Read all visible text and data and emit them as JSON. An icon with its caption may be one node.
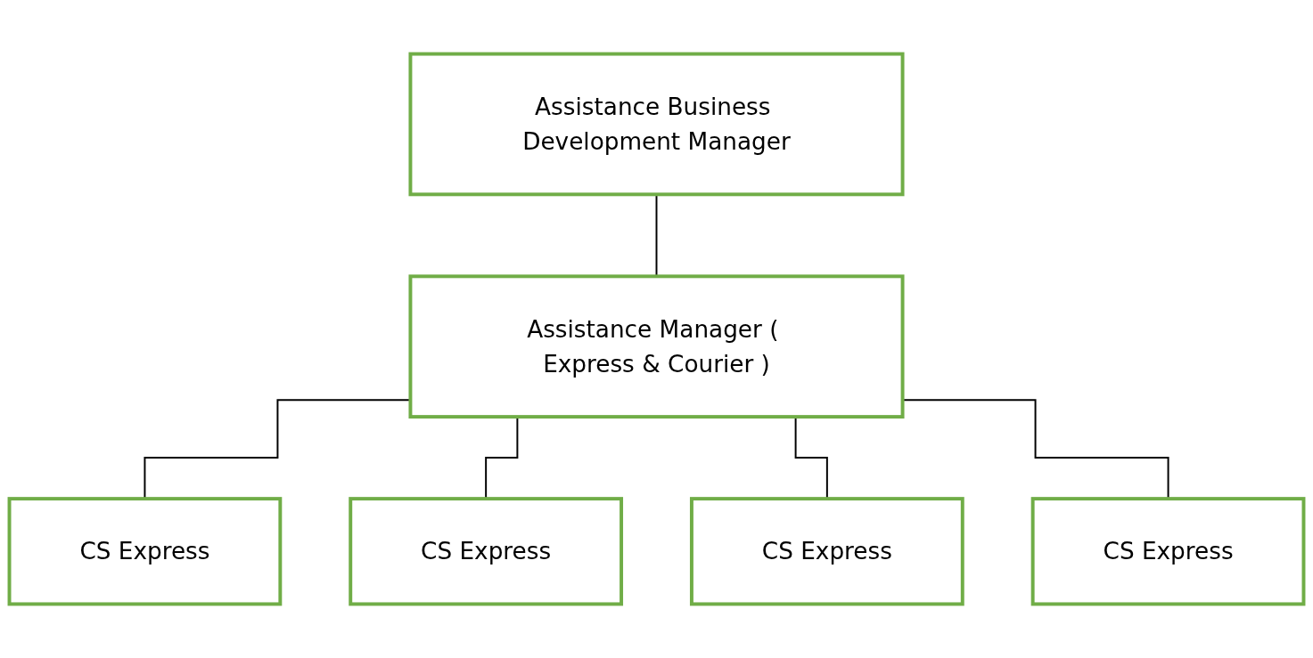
{
  "diagram": {
    "nodes": [
      {
        "text": [
          "Assistance Business Development Manager"
        ]
      },
      {
        "text": [
          "Assistance Manager ( Express & Courier )"
        ]
      },
      {
        "text": [
          "CS Express"
        ]
      },
      {
        "text": [
          "CS Express"
        ]
      },
      {
        "text": [
          "CS Express"
        ]
      },
      {
        "text": [
          "CS Express"
        ]
      }
    ],
    "edges": [
      {
        "from": 0,
        "to": 1,
        "arrow": "none"
      },
      {
        "from": 1,
        "to": 2,
        "arrow": "none"
      },
      {
        "from": 1,
        "to": 3,
        "arrow": "none"
      },
      {
        "from": 1,
        "to": 4,
        "arrow": "none"
      },
      {
        "from": 1,
        "to": 5,
        "arrow": "none"
      }
    ]
  }
}
